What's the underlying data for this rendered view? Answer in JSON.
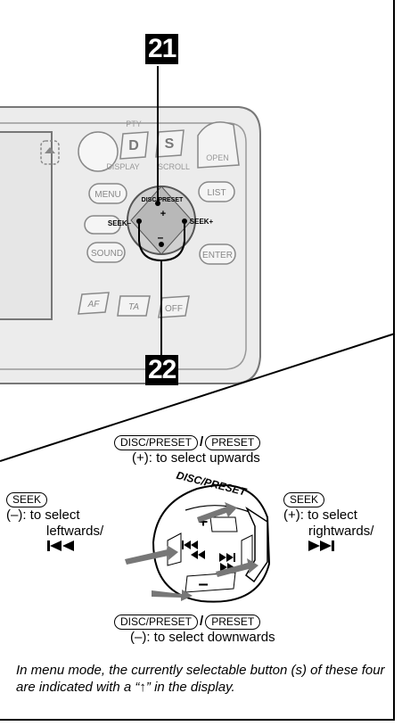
{
  "callouts": {
    "top": "21",
    "bottom": "22"
  },
  "device": {
    "pty": "PTY",
    "d_key": "D",
    "s_key": "S",
    "display": "DISPLAY",
    "scroll": "SCROLL",
    "open": "OPEN",
    "menu": "MENU",
    "sound": "SOUND",
    "list": "LIST",
    "enter": "ENTER",
    "af": "AF",
    "ta": "TA",
    "off": "OFF",
    "disc_preset": "DISC/PRESET",
    "seek_minus": "SEEK–",
    "seek_plus": "SEEK+",
    "plus": "+",
    "minus": "–"
  },
  "diagram": {
    "ring_label": "DISC/PRESET",
    "top": {
      "pill1": "DISC/PRESET",
      "separator": "/",
      "pill2": "PRESET",
      "text": "(+): to select upwards"
    },
    "left": {
      "pill": "SEEK",
      "line1": "(–): to select",
      "line2": "leftwards/",
      "icon": "prev-track"
    },
    "right": {
      "pill": "SEEK",
      "line1": "(+): to select",
      "line2": "rightwards/",
      "icon": "next-track"
    },
    "bottom": {
      "pill1": "DISC/PRESET",
      "separator": "/",
      "pill2": "PRESET",
      "text": "(–): to select downwards"
    },
    "plus": "+",
    "minus": "–"
  },
  "note": {
    "before": "In menu mode, the currently selectable button (s) of these four are indicated with a “",
    "arrow": "↑",
    "after": "” in the display."
  }
}
